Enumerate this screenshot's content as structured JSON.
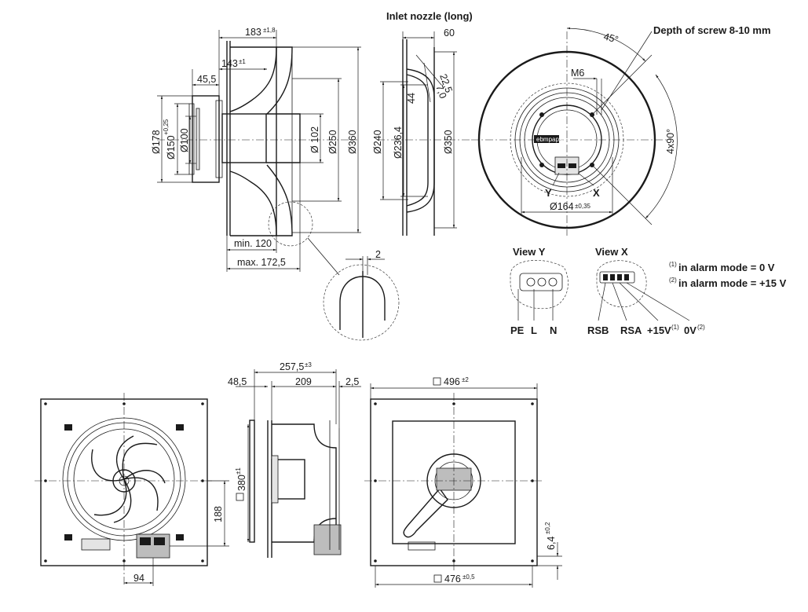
{
  "side_view": {
    "dim_183": "183",
    "dim_183_tol": "±1,8",
    "dim_143": "143",
    "dim_143_tol": "±1",
    "dim_45_5": "45,5",
    "dim_d178": "Ø178",
    "dim_d150": "Ø150",
    "dim_d150_tol": "+0,25",
    "dim_d100": "Ø100",
    "dim_d102": "Ø 102",
    "dim_d250": "Ø250",
    "dim_d360": "Ø360",
    "dim_min120": "min. 120",
    "dim_max172": "max. 172,5",
    "detail_dim": "2"
  },
  "nozzle_view": {
    "title": "Inlet nozzle (long)",
    "dim_60": "60",
    "dim_22_5": "22,5",
    "dim_7": "7,0",
    "dim_44": "44",
    "dim_d240": "Ø240",
    "dim_d236": "Ø236,4",
    "dim_d350": "Ø350"
  },
  "front_view": {
    "screw_note": "Depth of screw 8-10 mm",
    "angle_45": "45°",
    "angle_4x90": "4x90°",
    "m6": "M6",
    "dim_d164": "Ø164",
    "dim_d164_tol": "±0,35",
    "label_y": "Y",
    "label_x": "X",
    "brand": "ebmpapst"
  },
  "connections": {
    "view_y_title": "View Y",
    "view_x_title": "View X",
    "pins_y": [
      "PE",
      "L",
      "N"
    ],
    "pins_x": [
      "RSB",
      "RSA",
      "+15V",
      "0V"
    ],
    "pin_x_sup": [
      "",
      "",
      "(1)",
      "(2)"
    ],
    "note1_sup": "(1)",
    "note1": "in alarm mode = 0 V",
    "note2_sup": "(2)",
    "note2": "in alarm mode = +15 V"
  },
  "bottom_views": {
    "dim_188": "188",
    "dim_94": "94",
    "dim_48_5": "48,5",
    "dim_257_5": "257,5",
    "dim_257_5_tol": "±3",
    "dim_209": "209",
    "dim_2_5": "2,5",
    "dim_380": "380",
    "dim_380_tol": "±1",
    "dim_496": "496",
    "dim_496_tol": "±2",
    "dim_476": "476",
    "dim_476_tol": "±0,5",
    "dim_6_4": "6,4",
    "dim_6_4_tol": "±0,2"
  }
}
